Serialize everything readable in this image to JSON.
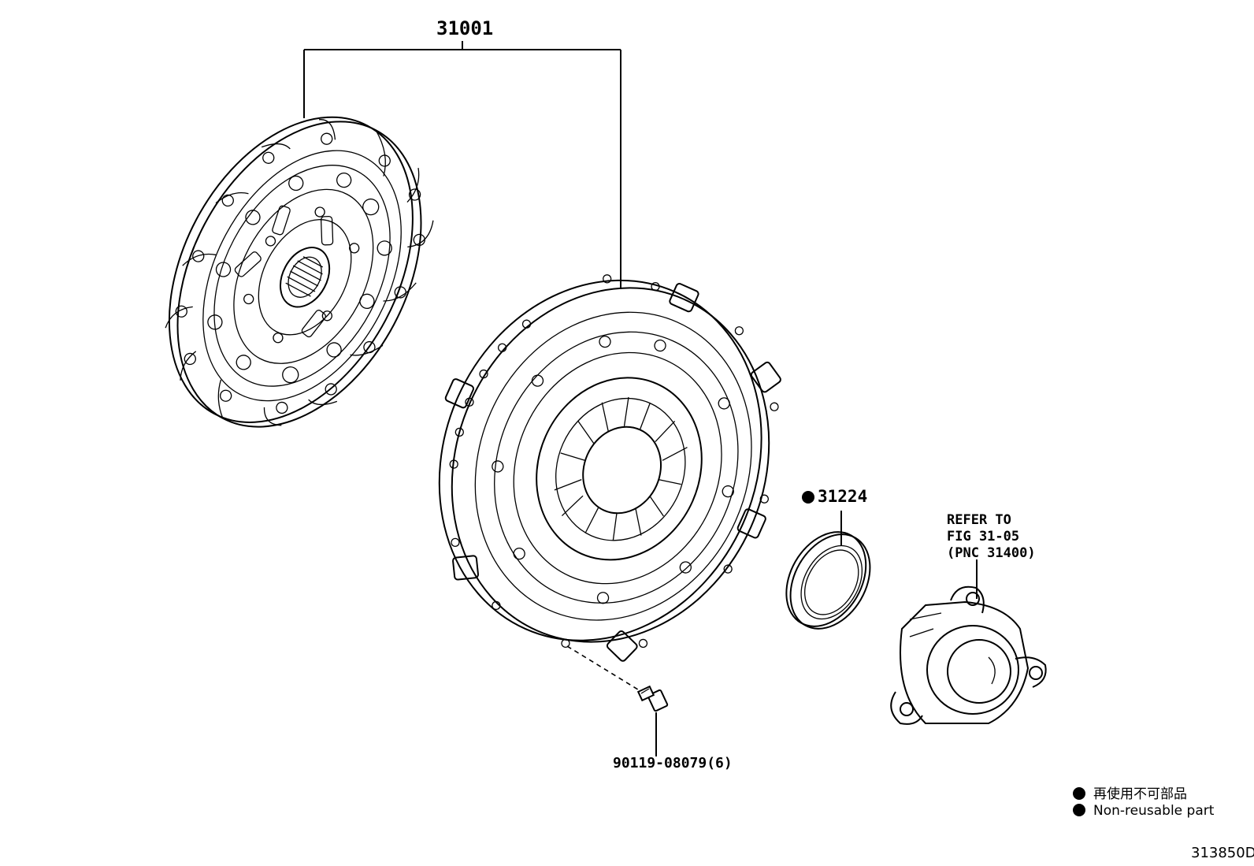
{
  "labels": {
    "assembly": "31001",
    "bearing_seal": "31224",
    "bolt": "90119-08079(6)",
    "refer_line1": "REFER TO",
    "refer_line2": "FIG 31-05",
    "refer_line3": "(PNC 31400)",
    "figure_id": "313850D"
  },
  "legend": {
    "jp": "再使用不可部品",
    "en": "Non-reusable part"
  },
  "icons": {
    "non_reusable_marker": "filled-circle"
  }
}
